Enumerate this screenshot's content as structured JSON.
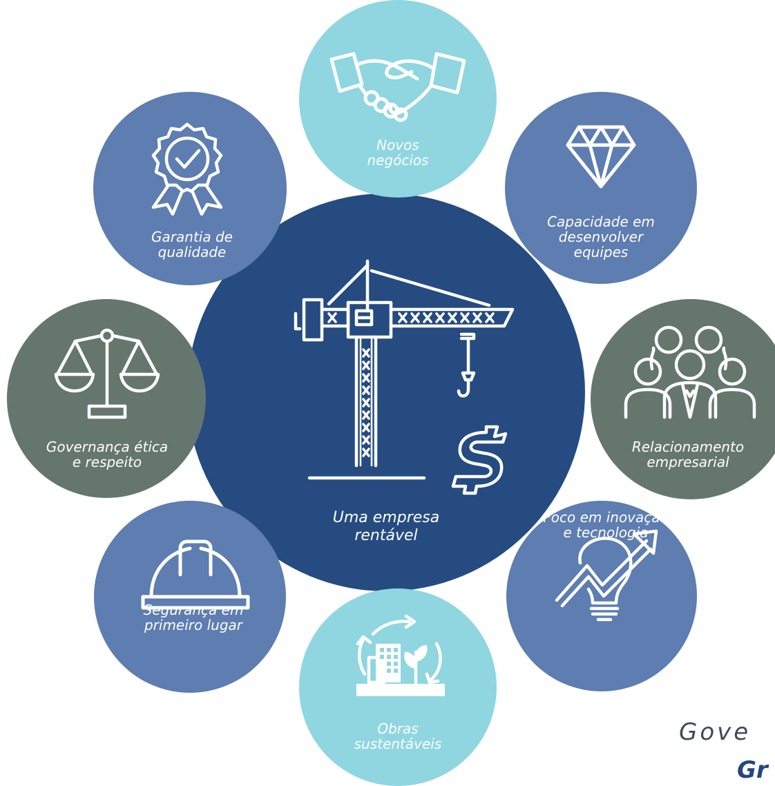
{
  "colors": {
    "center": "#254B81",
    "blue": "#5E7DB0",
    "teal": "#8FD6E1",
    "gray": "#65766F",
    "icon_stroke": "#ffffff"
  },
  "center": {
    "label": "Uma empresa\nrentável",
    "icon": "tower-crane-dollar-icon"
  },
  "nodes": [
    {
      "id": "novos-negocios",
      "label": "Novos\nnegócios",
      "icon": "handshake-icon"
    },
    {
      "id": "capacidade",
      "label": "Capacidade em\ndesenvolver\nequipes",
      "icon": "diamond-icon"
    },
    {
      "id": "relacionamento",
      "label": "Relacionamento\nempresarial",
      "icon": "people-group-icon"
    },
    {
      "id": "foco-inovacao",
      "label": "Foco em inovação\ne tecnologia",
      "icon": "lightbulb-growth-icon"
    },
    {
      "id": "obras-sustentaveis",
      "label": "Obras\nsustentáveis",
      "icon": "sustainable-building-icon"
    },
    {
      "id": "seguranca",
      "label": "Segurança em\nprimeiro lugar",
      "icon": "hard-hat-icon"
    },
    {
      "id": "governanca",
      "label": "Governança ética\ne respeito",
      "icon": "balance-scale-icon"
    },
    {
      "id": "garantia",
      "label": "Garantia de\nqualidade",
      "icon": "quality-badge-icon"
    }
  ],
  "footer": {
    "line1": "Gove",
    "line2": "Gr"
  }
}
